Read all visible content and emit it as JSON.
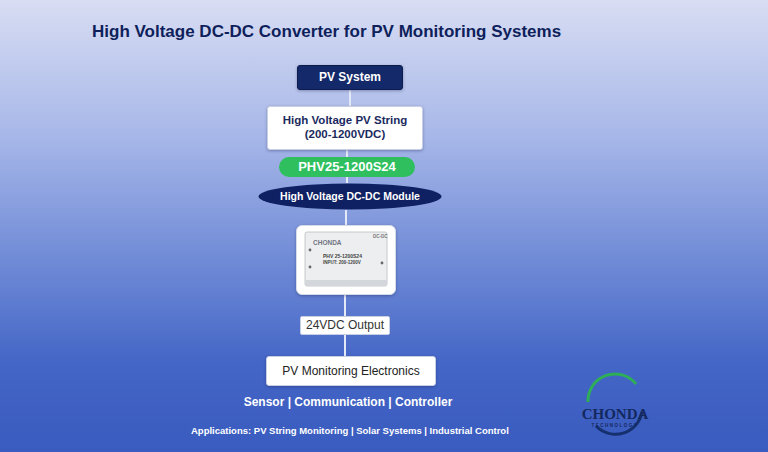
{
  "diagram": {
    "title": "High Voltage DC-DC Converter for PV Monitoring Systems",
    "nodes": [
      {
        "text": [
          "PV System"
        ]
      },
      {
        "text": [
          "High Voltage PV String (200-1200VDC)"
        ]
      },
      {
        "text": [
          "PHV25-1200S24"
        ]
      },
      {
        "text": [
          "High Voltage DC-DC Module"
        ]
      },
      {
        "text": [
          "DC-DC",
          "CHONDA",
          "PHV 25-1200S24",
          "INPUT: 200-1200V"
        ]
      },
      {
        "text": [
          "24VDC Output"
        ]
      },
      {
        "text": [
          "PV Monitoring Electronics"
        ]
      }
    ],
    "edges": [
      {
        "from": 0,
        "to": 1,
        "arrow": "none"
      },
      {
        "from": 1,
        "to": 2,
        "arrow": "none"
      },
      {
        "from": 2,
        "to": 3,
        "arrow": "none"
      },
      {
        "from": 3,
        "to": 4,
        "arrow": "none"
      },
      {
        "from": 4,
        "to": 5,
        "arrow": "none"
      },
      {
        "from": 5,
        "to": 6,
        "arrow": "none"
      }
    ],
    "labels": [
      "Sensor | Communication | Controller",
      "Applications: PV String Monitoring | Solar Systems | Industrial Control",
      "CHONDA",
      "TECHNOLOGY"
    ]
  }
}
